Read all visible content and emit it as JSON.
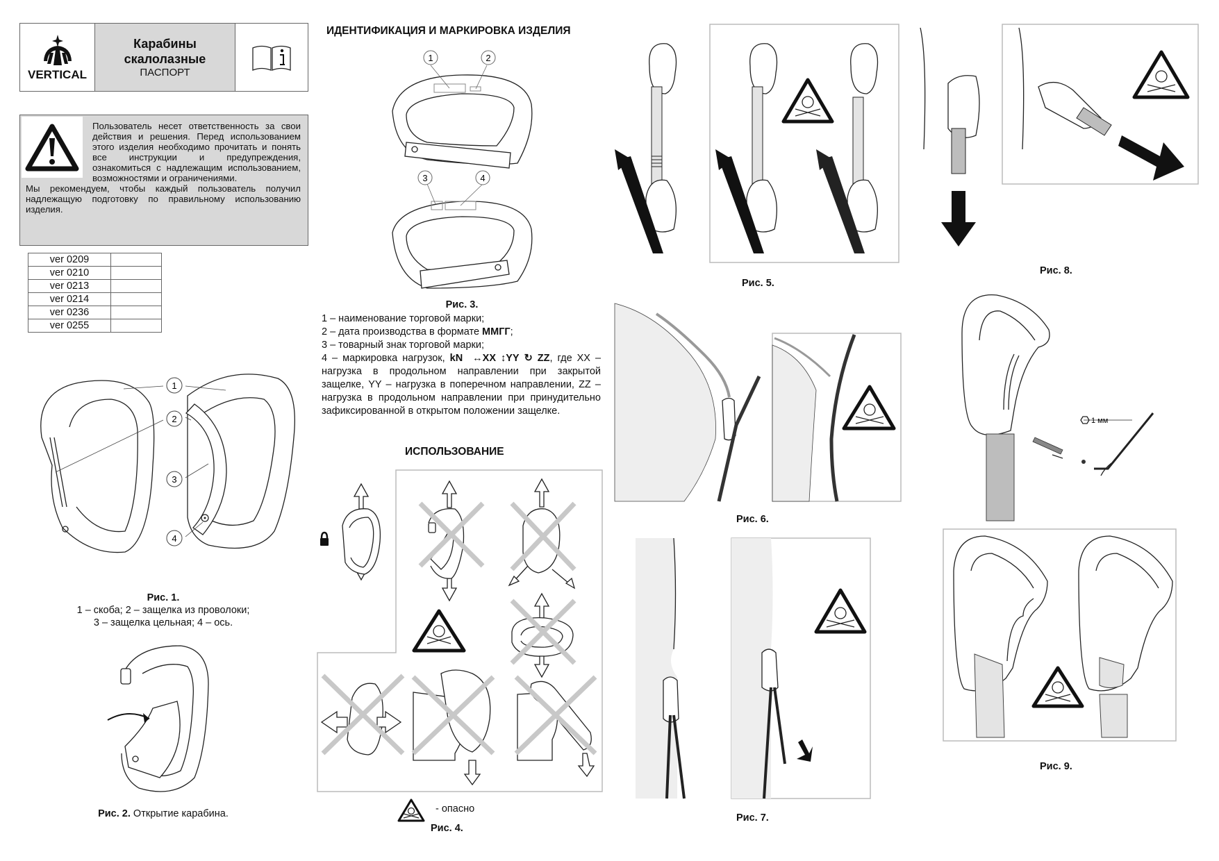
{
  "header": {
    "brand": "VERTICAL",
    "title_line1": "Карабины",
    "title_line2": "скалолазные",
    "subtitle": "ПАСПОРТ"
  },
  "warning": {
    "text_wrapped": "Пользователь несет ответственность за свои действия и решения. Перед использованием этого изделия необходимо прочитать и понять все инструкции и предупреждения, ознакомиться с надлежащим использованием, возможностями и ограничениями.",
    "text_recommend": "Мы рекомендуем, чтобы каждый пользователь получил надлежащую подготовку по правильному использованию изделия."
  },
  "versions": [
    {
      "label": "ver 0209",
      "value": ""
    },
    {
      "label": "ver 0210",
      "value": ""
    },
    {
      "label": "ver 0213",
      "value": ""
    },
    {
      "label": "ver 0214",
      "value": ""
    },
    {
      "label": "ver 0236",
      "value": ""
    },
    {
      "label": "ver 0255",
      "value": ""
    }
  ],
  "identification": {
    "title": "ИДЕНТИФИКАЦИЯ И МАРКИРОВКА ИЗДЕЛИЯ",
    "callouts": [
      "1",
      "2",
      "3",
      "4"
    ],
    "fig3_caption": "Рис. 3.",
    "items": [
      {
        "prefix": "1 – наименование торговой марки;",
        "bold": "",
        "suffix": ""
      },
      {
        "prefix": "2 – дата производства в формате ",
        "bold": "ММГГ",
        "suffix": ";"
      },
      {
        "prefix": "3 – товарный знак торговой марки;",
        "bold": "",
        "suffix": ""
      }
    ],
    "item4_prefix": "4 – маркировка нагрузок, ",
    "item4_kn": "kN",
    "item4_xx": "↔XX",
    "item4_yy": "↕YY",
    "item4_zz": "ZZ",
    "item4_rest": ", где XX – нагрузка в продольном направлении при закрытой защелке, YY – нагрузка в поперечном направлении, ZZ – нагрузка в продольном направлении при принудительно зафиксированной в открытом положении защелке."
  },
  "usage": {
    "title": "ИСПОЛЬЗОВАНИЕ",
    "danger_legend": "- опасно",
    "fig4_caption": "Рис. 4."
  },
  "fig1": {
    "caption": "Рис. 1.",
    "line1": "1 – скоба; 2 – защелка из проволоки;",
    "line2": "3 – защелка цельная; 4 – ось.",
    "callouts": [
      "1",
      "2",
      "3",
      "4"
    ]
  },
  "fig2": {
    "caption_bold": "Рис. 2.",
    "caption_text": " Открытие карабина."
  },
  "fig5": {
    "caption": "Рис. 5."
  },
  "fig6": {
    "caption": "Рис. 6."
  },
  "fig7": {
    "caption": "Рис. 7."
  },
  "fig8": {
    "caption": "Рис. 8.",
    "tool_label": "1 мм"
  },
  "fig9": {
    "caption": "Рис. 9."
  },
  "colors": {
    "panel_gray": "#d8d8d8",
    "border": "#666666",
    "sling_gray": "#bdbdbd",
    "x_mark": "#c8c8c8"
  }
}
